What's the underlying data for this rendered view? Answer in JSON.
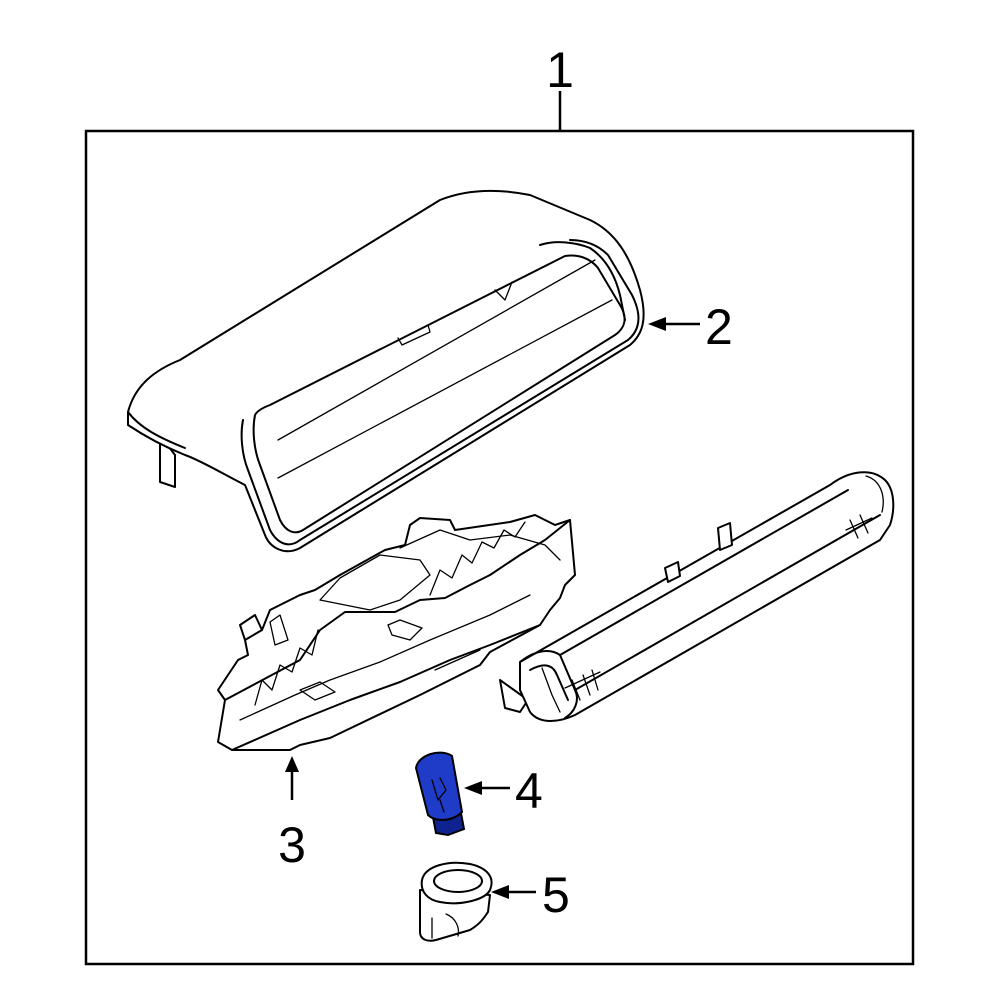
{
  "callouts": {
    "c1": "1",
    "c2": "2",
    "c3": "3",
    "c4": "4",
    "c5": "5"
  },
  "colors": {
    "highlight_fill": "#1f3cc8",
    "highlight_shade": "#0f2390",
    "outline": "#000000",
    "background": "#ffffff"
  }
}
